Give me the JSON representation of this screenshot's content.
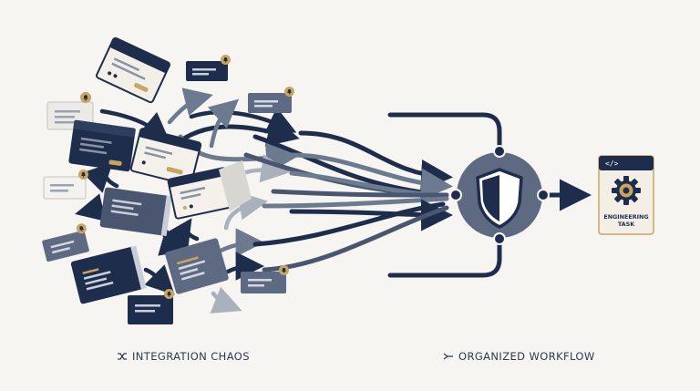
{
  "labels": {
    "left_caption": "INTEGRATION CHAOS",
    "right_caption": "ORGANIZED WORKFLOW",
    "task_line1": "ENGINEERING",
    "task_line2": "TASK",
    "code_symbol": "</>"
  },
  "icons": {
    "left_caption_icon": "shuffle-icon",
    "right_caption_icon": "merge-icon",
    "hub_icon": "shield-icon",
    "task_icon": "gear-icon",
    "notification_icon": "bell-icon"
  },
  "colors": {
    "navy": "#1f2d4d",
    "slate": "#6b7a8f",
    "slate_dark": "#4a5570",
    "light_card": "#eeeae3",
    "accent_gold": "#c9a561",
    "background": "#f7f5f1"
  }
}
